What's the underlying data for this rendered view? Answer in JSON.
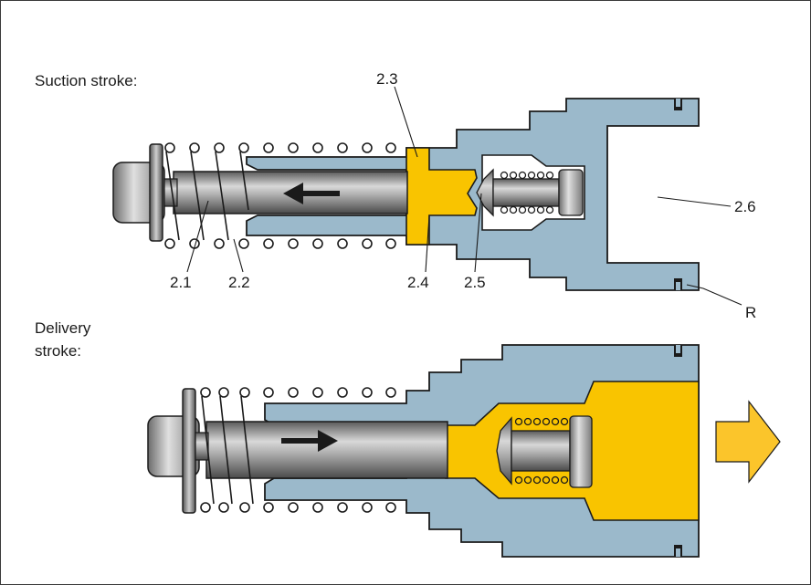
{
  "captions": {
    "suction": "Suction stroke:",
    "delivery_line1": "Delivery",
    "delivery_line2": "stroke:"
  },
  "labels": {
    "l_2_1": "2.1",
    "l_2_2": "2.2",
    "l_2_3": "2.3",
    "l_2_4": "2.4",
    "l_2_5": "2.5",
    "l_2_6": "2.6",
    "l_R": "R"
  },
  "colors": {
    "housing": "#9bb9cb",
    "fluid": "#f9c400",
    "outline": "#1a1a1a",
    "arrow_fill": "#fbc52b"
  },
  "icons": {
    "suction_direction": "arrow-left-icon",
    "delivery_direction": "arrow-right-icon",
    "output_flow": "block-arrow-right-icon"
  }
}
